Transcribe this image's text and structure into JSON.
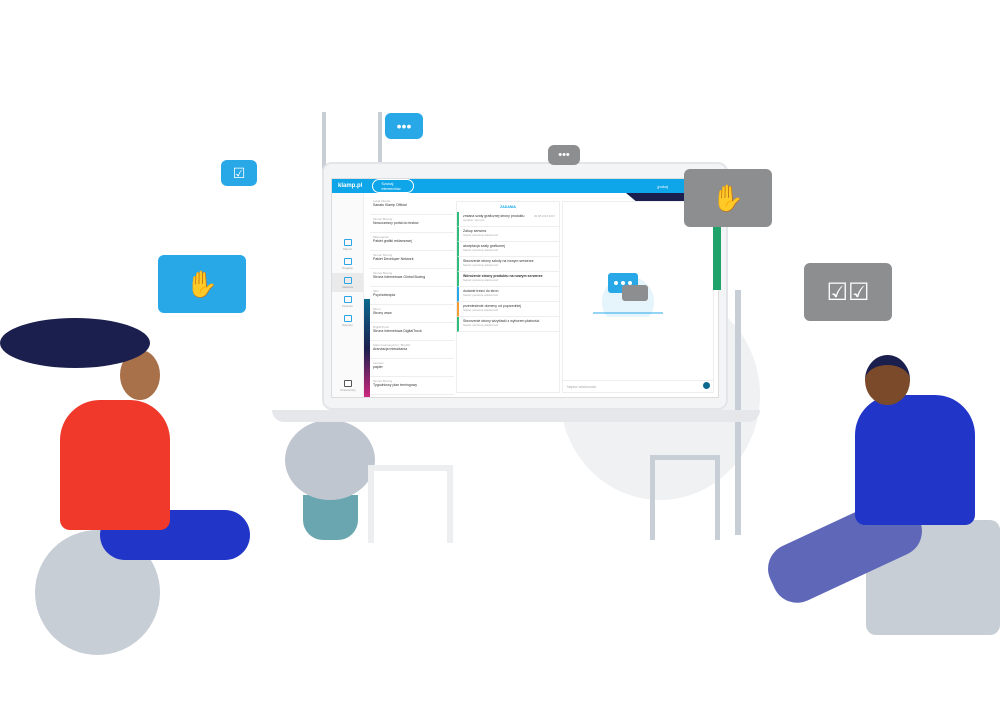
{
  "app": {
    "logo": "klamp.pl",
    "search_placeholder": "Szukaj elementów",
    "user": "jpokoj"
  },
  "nav": [
    "Klienci",
    "Projekty",
    "Zadania",
    "Finanse",
    "Raporty",
    "Pracownicy"
  ],
  "clients": [
    {
      "type": "Lokal Klienta",
      "name": "Sanato Klamp Official"
    },
    {
      "type": "Tanner Boxing",
      "name": "Nowoczesny portal do testów"
    },
    {
      "type": "Mikroserwis",
      "name": "Pakiet grafiki reklamowej"
    },
    {
      "type": "Tanner Boxing",
      "name": "Pakiet Developer Network"
    },
    {
      "type": "Tanner Boxing",
      "name": "Strona internetowa Global Boxing"
    },
    {
      "type": "IGO",
      "name": "Psychoterapia"
    },
    {
      "type": "Mono",
      "name": "Strony www"
    },
    {
      "type": "DigitalTruck",
      "name": "Strona internetowa DigitalTruck"
    },
    {
      "type": "Salon kosmetyczny \"Mirella\"",
      "name": "Aranżacja mieszkania"
    },
    {
      "type": "Lemons",
      "name": "papier"
    },
    {
      "type": "Tanner Boxing",
      "name": "Tygodniowy plan treningowy"
    }
  ],
  "tasks": {
    "header": "ZADANIA",
    "date": "20.08.2018 2017",
    "items": [
      {
        "title": "zmiana szaty graficznej strony produktu",
        "sub": "wysłano: wiel ww"
      },
      {
        "title": "Zakup serwera",
        "sub": "Napisz pierwszą wiadomość"
      },
      {
        "title": "akceptacja szaty graficznej",
        "sub": "Napisz pierwszą wiadomość"
      },
      {
        "title": "Stworzenie strony szkoły na nowym serwerze",
        "sub": "Napisz pierwszą wiadomość"
      },
      {
        "title": "Wdrożenie strony produktu na nowym serwerze",
        "sub": "Napisz pierwszą wiadomość"
      },
      {
        "title": "dodanie treści do stron",
        "sub": "Napisz pierwszą wiadomość"
      },
      {
        "title": "przeniesienie domeny od poprzedniej",
        "sub": "Napisz pierwszą wiadomość"
      },
      {
        "title": "Stworzenie strony wizytówki z wyborem płatności",
        "sub": "Napisz pierwszą wiadomość"
      }
    ]
  },
  "chat": {
    "placeholder": "Napisz wiadomość"
  },
  "colors": {
    "blue": "#29a8e8",
    "grey": "#8d8e90",
    "bar": "#0ea5e9"
  }
}
